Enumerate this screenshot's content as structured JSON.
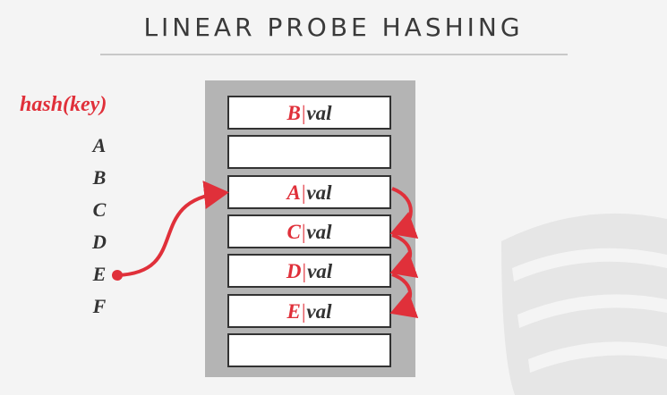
{
  "title": "LINEAR PROBE HASHING",
  "hash_label": "hash(key)",
  "keys": [
    "A",
    "B",
    "C",
    "D",
    "E",
    "F"
  ],
  "slots": [
    {
      "key": "B",
      "sep": "|",
      "val": "val"
    },
    {
      "key": "",
      "sep": "",
      "val": ""
    },
    {
      "key": "A",
      "sep": "|",
      "val": "val"
    },
    {
      "key": "C",
      "sep": "|",
      "val": "val"
    },
    {
      "key": "D",
      "sep": "|",
      "val": "val"
    },
    {
      "key": "E",
      "sep": "|",
      "val": "val"
    },
    {
      "key": "",
      "sep": "",
      "val": ""
    }
  ],
  "colors": {
    "accent": "#e0303a",
    "table": "#b4b4b4"
  }
}
